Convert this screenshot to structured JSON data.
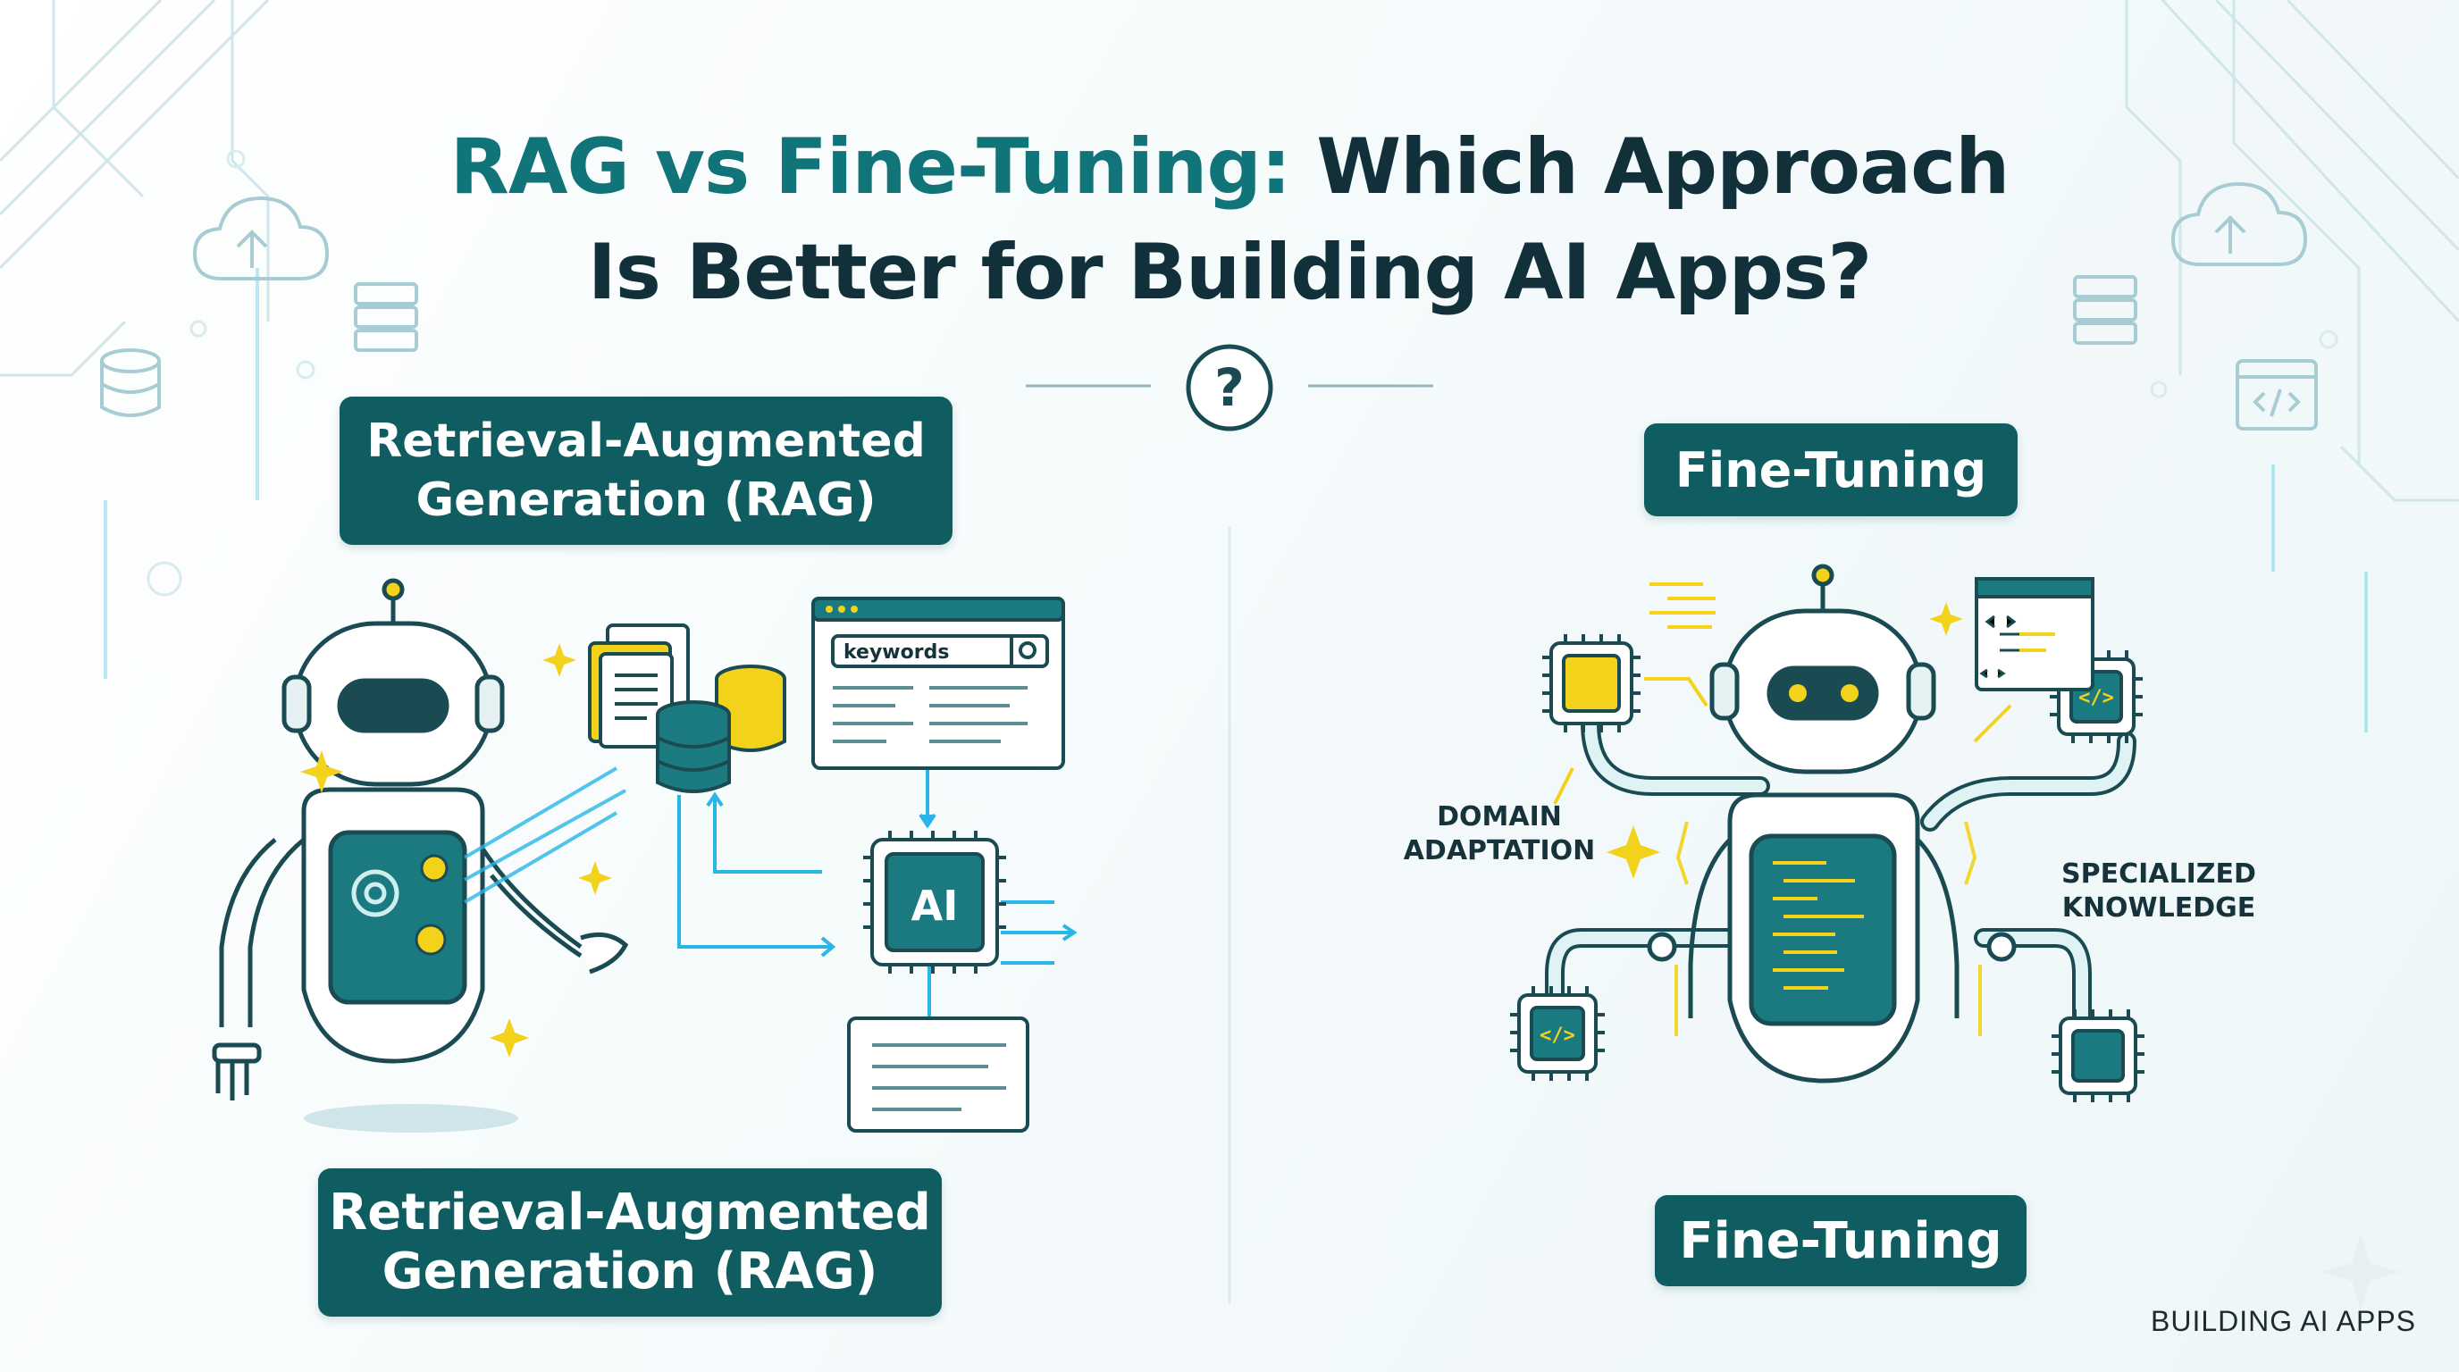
{
  "title": {
    "line1_accent": "RAG vs Fine-Tuning:",
    "line1_rest": " Which Approach",
    "line2": "Is Better for Building AI Apps?"
  },
  "center_symbol": "?",
  "rag": {
    "label_top": [
      "Retrieval-Augmented",
      "Generation (RAG)"
    ],
    "label_bottom": [
      "Retrieval-Augmented",
      "Generation (RAG)"
    ],
    "search_keyword": "keywords",
    "chip_label": "AI"
  },
  "fine_tuning": {
    "label_top": "Fine-Tuning",
    "label_bottom": "Fine-Tuning",
    "left_caption": [
      "DOMAIN",
      "ADAPTATION"
    ],
    "right_caption": [
      "SPECIALIZED",
      "KNOWLEDGE"
    ],
    "code_glyph": "</>",
    "code_glyph_small": "</>"
  },
  "footer": "BUILDING AI APPS",
  "colors": {
    "teal_dark": "#0f5c61",
    "teal_accent": "#117479",
    "title_dark": "#12303a",
    "yellow": "#f2d21b",
    "cyan": "#29b6e6"
  }
}
